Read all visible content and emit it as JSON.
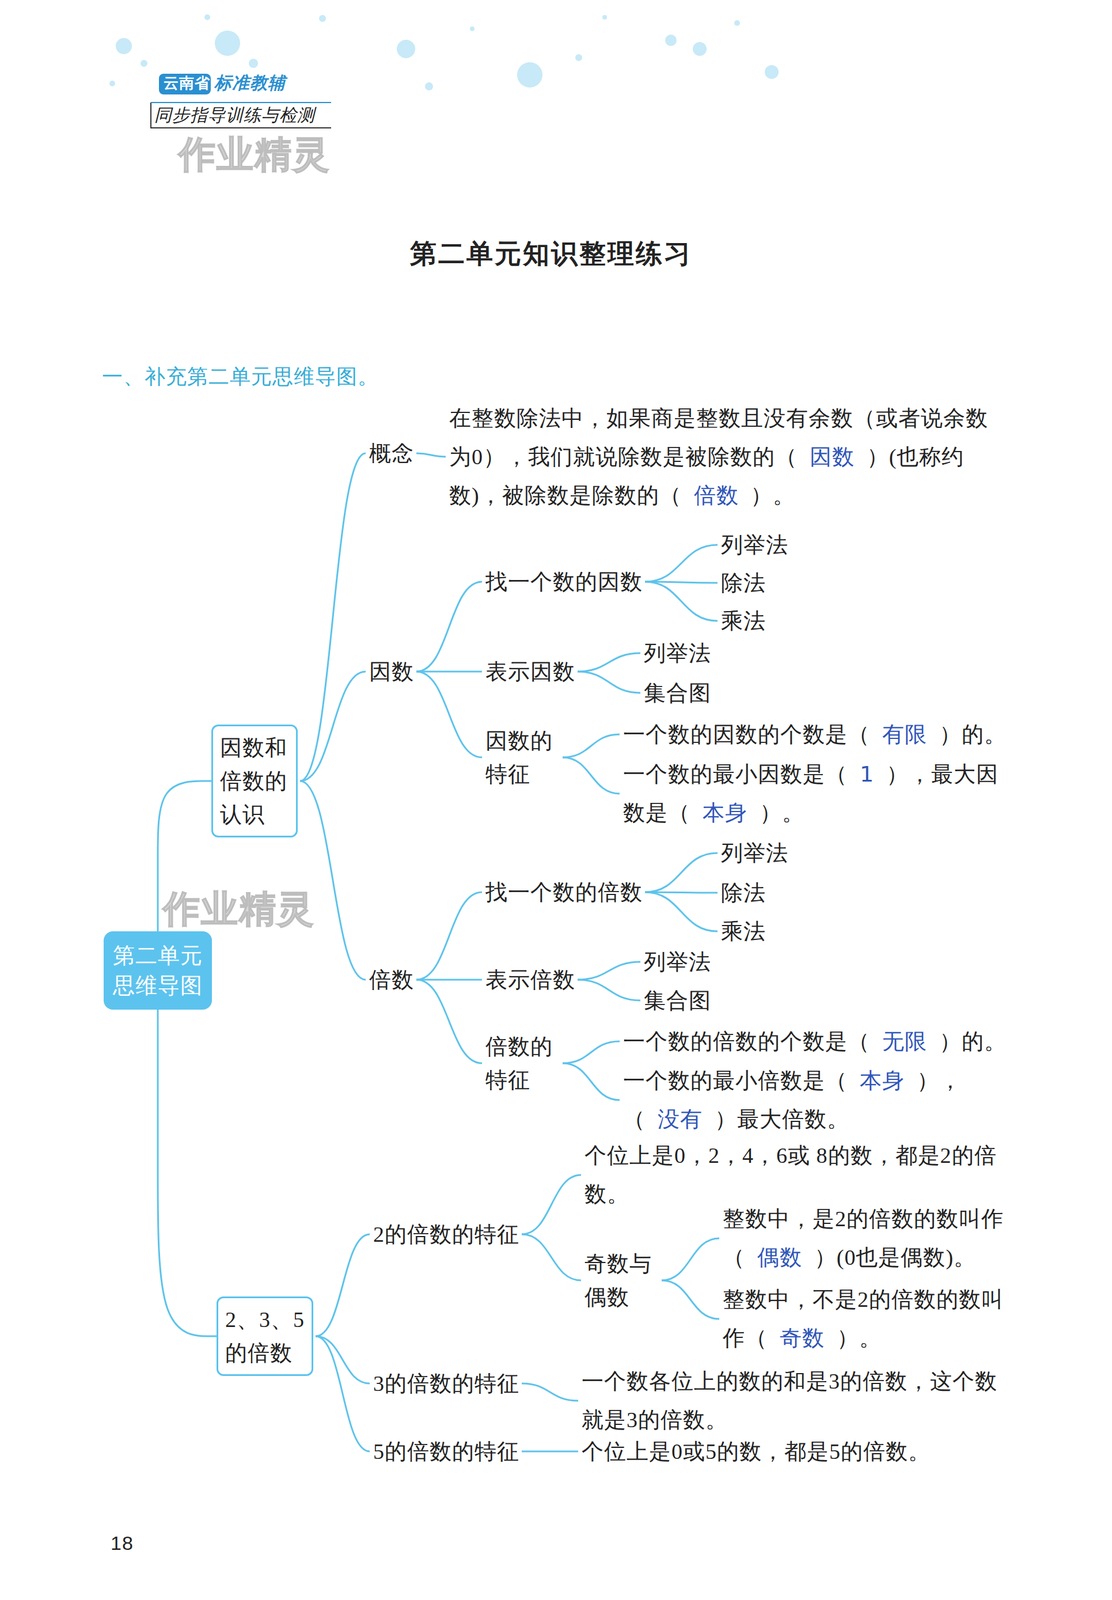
{
  "diagram": {
    "title": "第二单元知识整理练习",
    "nodes": [
      {
        "text": [
          "第二单元思维导图"
        ]
      },
      {
        "text": [
          "因数和倍数的认识"
        ]
      },
      {
        "text": [
          "概念"
        ]
      },
      {
        "text": [
          "在整数除法中，如果商是整数且没有余数（或者说余数为0），我们就说除数是被除数的（",
          "因数",
          "）(也称约数)，被除数是除数的（",
          "倍数",
          "）。"
        ]
      },
      {
        "text": [
          "因数"
        ]
      },
      {
        "text": [
          "找一个数的因数"
        ]
      },
      {
        "text": [
          "列举法"
        ]
      },
      {
        "text": [
          "除法"
        ]
      },
      {
        "text": [
          "乘法"
        ]
      },
      {
        "text": [
          "表示因数"
        ]
      },
      {
        "text": [
          "列举法"
        ]
      },
      {
        "text": [
          "集合图"
        ]
      },
      {
        "text": [
          "因数的特征"
        ]
      },
      {
        "text": [
          "一个数的因数的个数是（",
          "有限",
          "）的。"
        ]
      },
      {
        "text": [
          "一个数的最小因数是（",
          "1",
          "），最大因数是（",
          "本身",
          "）。"
        ]
      },
      {
        "text": [
          "倍数"
        ]
      },
      {
        "text": [
          "找一个数的倍数"
        ]
      },
      {
        "text": [
          "列举法"
        ]
      },
      {
        "text": [
          "除法"
        ]
      },
      {
        "text": [
          "乘法"
        ]
      },
      {
        "text": [
          "表示倍数"
        ]
      },
      {
        "text": [
          "列举法"
        ]
      },
      {
        "text": [
          "集合图"
        ]
      },
      {
        "text": [
          "倍数的特征"
        ]
      },
      {
        "text": [
          "一个数的倍数的个数是（",
          "无限",
          "）的。"
        ]
      },
      {
        "text": [
          "一个数的最小倍数是（",
          "本身",
          "），（",
          "没有",
          "）最大倍数。"
        ]
      },
      {
        "text": [
          "2、3、5的倍数"
        ]
      },
      {
        "text": [
          "2的倍数的特征"
        ]
      },
      {
        "text": [
          "个位上是0，2，4，6或 8的数，都是2的倍数。"
        ]
      },
      {
        "text": [
          "奇数与偶数"
        ]
      },
      {
        "text": [
          "整数中，是2的倍数的数叫作（",
          "偶数",
          "）(0也是偶数)。"
        ]
      },
      {
        "text": [
          "整数中，不是2的倍数的数叫作（",
          "奇数",
          "）。"
        ]
      },
      {
        "text": [
          "3的倍数的特征"
        ]
      },
      {
        "text": [
          "一个数各位上的数的和是3的倍数，这个数就是3的倍数。"
        ]
      },
      {
        "text": [
          "5的倍数的特征"
        ]
      },
      {
        "text": [
          "个位上是0或5的数，都是5的倍数。"
        ]
      }
    ],
    "edges": [
      {
        "from": 0,
        "to": 1,
        "arrow": "none"
      },
      {
        "from": 0,
        "to": 26,
        "arrow": "none"
      },
      {
        "from": 1,
        "to": 2,
        "arrow": "none"
      },
      {
        "from": 1,
        "to": 4,
        "arrow": "none"
      },
      {
        "from": 1,
        "to": 15,
        "arrow": "none"
      },
      {
        "from": 2,
        "to": 3,
        "arrow": "none"
      },
      {
        "from": 4,
        "to": 5,
        "arrow": "none"
      },
      {
        "from": 4,
        "to": 9,
        "arrow": "none"
      },
      {
        "from": 4,
        "to": 12,
        "arrow": "none"
      },
      {
        "from": 5,
        "to": 6,
        "arrow": "none"
      },
      {
        "from": 5,
        "to": 7,
        "arrow": "none"
      },
      {
        "from": 5,
        "to": 8,
        "arrow": "none"
      },
      {
        "from": 9,
        "to": 10,
        "arrow": "none"
      },
      {
        "from": 9,
        "to": 11,
        "arrow": "none"
      },
      {
        "from": 12,
        "to": 13,
        "arrow": "none"
      },
      {
        "from": 12,
        "to": 14,
        "arrow": "none"
      },
      {
        "from": 15,
        "to": 16,
        "arrow": "none"
      },
      {
        "from": 15,
        "to": 20,
        "arrow": "none"
      },
      {
        "from": 15,
        "to": 23,
        "arrow": "none"
      },
      {
        "from": 16,
        "to": 17,
        "arrow": "none"
      },
      {
        "from": 16,
        "to": 18,
        "arrow": "none"
      },
      {
        "from": 16,
        "to": 19,
        "arrow": "none"
      },
      {
        "from": 20,
        "to": 21,
        "arrow": "none"
      },
      {
        "from": 20,
        "to": 22,
        "arrow": "none"
      },
      {
        "from": 23,
        "to": 24,
        "arrow": "none"
      },
      {
        "from": 23,
        "to": 25,
        "arrow": "none"
      },
      {
        "from": 26,
        "to": 27,
        "arrow": "none"
      },
      {
        "from": 26,
        "to": 32,
        "arrow": "none"
      },
      {
        "from": 26,
        "to": 34,
        "arrow": "none"
      },
      {
        "from": 27,
        "to": 28,
        "arrow": "none"
      },
      {
        "from": 27,
        "to": 29,
        "arrow": "none"
      },
      {
        "from": 29,
        "to": 30,
        "arrow": "none"
      },
      {
        "from": 29,
        "to": 31,
        "arrow": "none"
      },
      {
        "from": 32,
        "to": 33,
        "arrow": "none"
      },
      {
        "from": 34,
        "to": 35,
        "arrow": "none"
      }
    ],
    "labels": [
      "云南省",
      "标准教辅",
      "同步指导训练与检测",
      "作业精灵",
      "一、补充第二单元思维导图。",
      "作业精灵",
      "18"
    ]
  }
}
